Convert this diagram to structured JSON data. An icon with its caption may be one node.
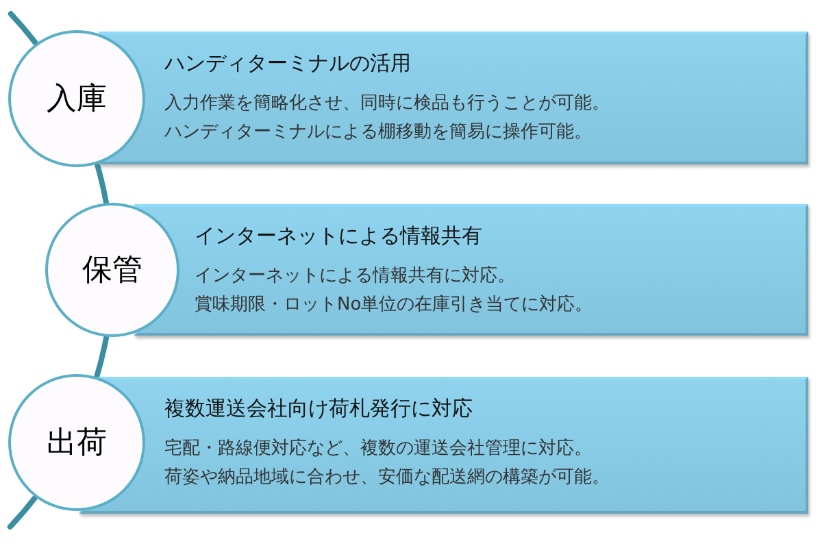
{
  "diagram": {
    "nodes": [
      {
        "text": [
          "入庫"
        ]
      },
      {
        "text": [
          "ハンディターミナルの活用",
          "入力作業を簡略化させ、同時に検品も行うことが可能。",
          "ハンディターミナルによる棚移動を簡易に操作可能。"
        ]
      },
      {
        "text": [
          "保管"
        ]
      },
      {
        "text": [
          "インターネットによる情報共有",
          "インターネットによる情報共有に対応。",
          "賞味期限・ロットNo単位の在庫引き当てに対応。"
        ]
      },
      {
        "text": [
          "出荷"
        ]
      },
      {
        "text": [
          "複数運送会社向け荷札発行に対応",
          "宅配・路線便対応など、複数の運送会社管理に対応。",
          "荷姿や納品地域に合わせ、安価な配送網の構築が可能。"
        ]
      }
    ],
    "edges": [
      {
        "from": null,
        "to": 0,
        "arrow": "none"
      },
      {
        "from": 0,
        "to": 2,
        "arrow": "none"
      },
      {
        "from": 2,
        "to": 4,
        "arrow": "none"
      },
      {
        "from": 4,
        "to": null,
        "arrow": "none"
      }
    ]
  }
}
